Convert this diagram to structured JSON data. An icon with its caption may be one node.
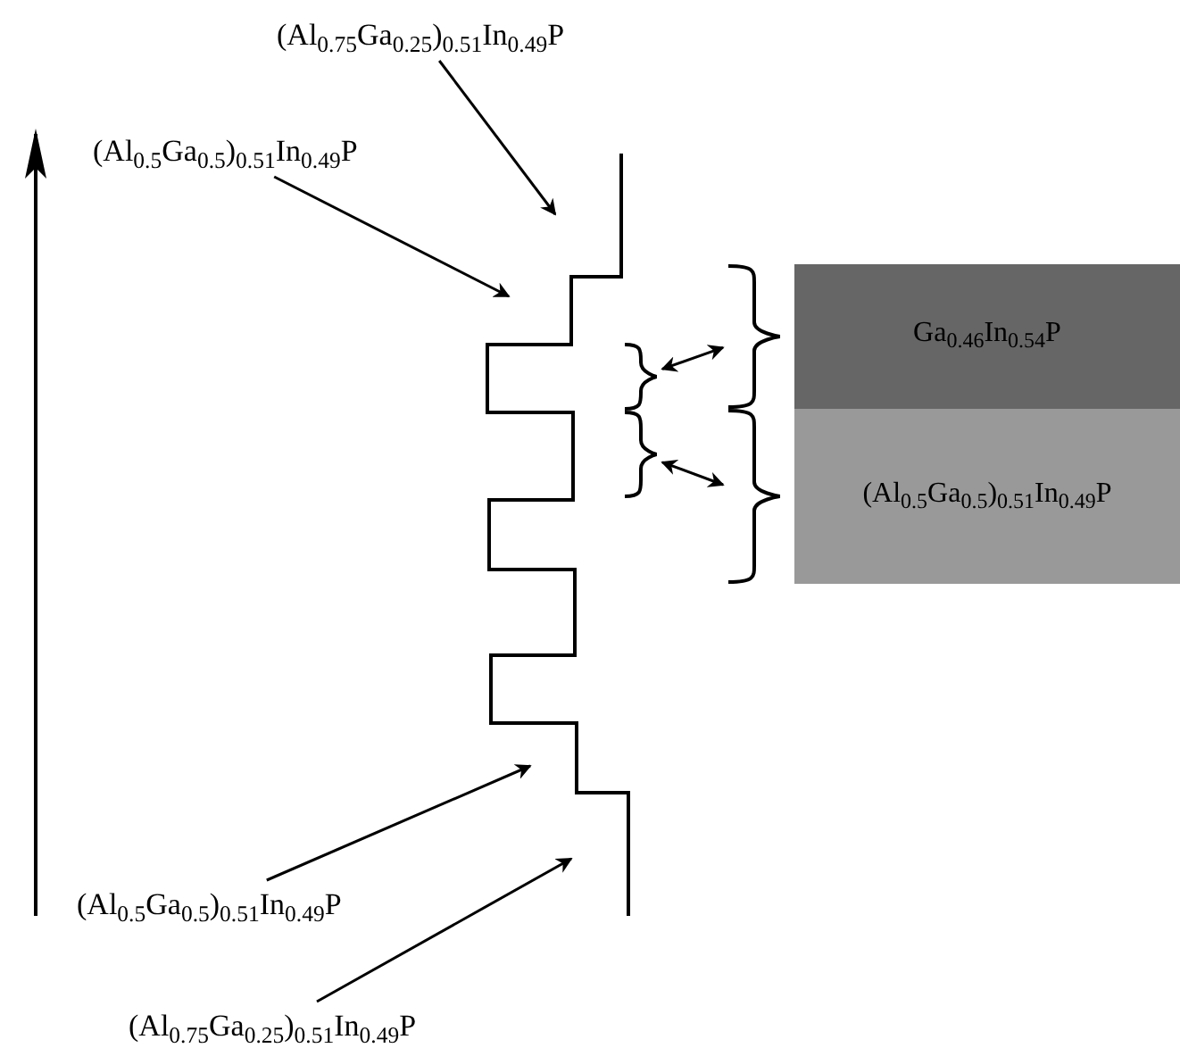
{
  "diagram": {
    "nodes": [
      {
        "text": [
          "(Al$_{0.75}$Ga$_{0.25}$)$_{0.51}$In$_{0.49}$P"
        ]
      },
      {
        "text": [
          "(Al$_{0.5}$Ga$_{0.5}$)$_{0.51}$In$_{0.49}$P"
        ]
      },
      {
        "text": [
          "Ga$_{0.46}$In$_{0.54}$P"
        ]
      },
      {
        "text": [
          "(Al$_{0.5}$Ga$_{0.5}$)$_{0.51}$In$_{0.49}$P"
        ]
      },
      {
        "text": [],
        "shape": "bracket"
      },
      {
        "text": [],
        "shape": "bracket"
      },
      {
        "text": [],
        "shape": "bracket"
      },
      {
        "text": [],
        "shape": "bracket"
      },
      {
        "text": [
          "(Al$_{0.5}$Ga$_{0.5}$)$_{0.51}$In$_{0.49}$P"
        ]
      },
      {
        "text": [
          "(Al$_{0.75}$Ga$_{0.25}$)$_{0.51}$In$_{0.49}$P"
        ]
      }
    ],
    "edges": [
      {
        "from": 0,
        "to": null,
        "arrow": "to"
      },
      {
        "from": 1,
        "to": null,
        "arrow": "to"
      },
      {
        "from": 4,
        "to": 6,
        "arrow": "both"
      },
      {
        "from": 5,
        "to": 7,
        "arrow": "both"
      },
      {
        "from": 8,
        "to": null,
        "arrow": "to"
      },
      {
        "from": 9,
        "to": null,
        "arrow": "to"
      }
    ]
  }
}
